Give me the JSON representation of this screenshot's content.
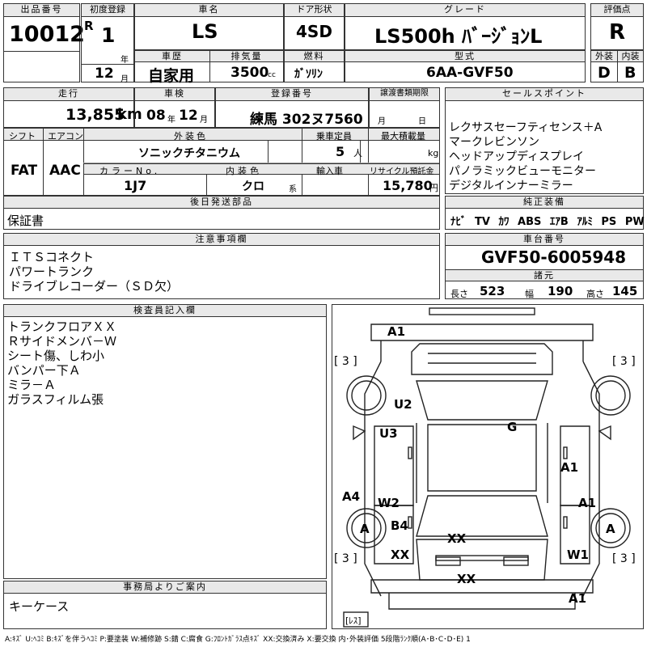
{
  "headers": {
    "lot_no": "出品番号",
    "first_reg": "初度登録",
    "car_name": "車名",
    "door": "ドア形状",
    "grade": "グレード",
    "rating": "評価点",
    "history": "車歴",
    "displacement": "排気量",
    "fuel": "燃料",
    "model": "型式",
    "exterior": "外装",
    "interior": "内装",
    "mileage": "走行",
    "inspection": "車検",
    "reg_no": "登録番号",
    "transfer": "譲渡書類期限",
    "sales_points": "セールスポイント",
    "shift": "シフト",
    "aircon": "エアコン",
    "color": "外装色",
    "capacity": "乗車定員",
    "max_load": "最大積載量",
    "color_no": "カラーNo.",
    "int_color": "内装色",
    "import": "輸入車",
    "recycle": "リサイクル預託金",
    "later_parts": "後日発送部品",
    "genuine": "純正装備",
    "notes": "注意事項欄",
    "chassis": "車台番号",
    "dims": "諸元",
    "inspector": "検査員記入欄",
    "office": "事務局よりご案内"
  },
  "lot_no": "10012",
  "era": "R",
  "year": "1",
  "year_unit": "年",
  "month": "12",
  "month_unit": "月",
  "car_name": "LS",
  "door": "4SD",
  "grade": "LS500h ﾊﾞｰｼﾞｮﾝL",
  "rating": "R",
  "history": "自家用",
  "displacement": "3500",
  "cc": "cc",
  "fuel": "ｶﾞｿﾘﾝ",
  "model": "6AA-GVF50",
  "exterior": "D",
  "interior": "B",
  "mileage": "13,855",
  "km": "km",
  "insp_y": "08",
  "insp_m": "12",
  "insp_year_unit": "年",
  "insp_month_unit": "月",
  "reg_no": "練馬 302ヌ7560",
  "transfer_m": "月",
  "transfer_d": "日",
  "sales_points": [
    "レクサスセーフティセンス＋A",
    "マークレビンソン",
    "ヘッドアップディスプレイ",
    "パノラミックビューモニター",
    "デジタルインナーミラー"
  ],
  "shift": "FAT",
  "aircon": "AAC",
  "color": "ソニックチタニウム",
  "capacity": "5",
  "capacity_unit": "人",
  "max_load_unit": "kg",
  "color_no": "1J7",
  "int_color": "クロ",
  "int_suffix": "系",
  "recycle": "15,780",
  "yen": "円",
  "later_parts": "保証書",
  "genuine": [
    "ﾅﾋﾞ",
    "TV",
    "ｶﾜ",
    "ABS",
    "ｴｱB",
    "ｱﾙﾐ",
    "PS",
    "PW"
  ],
  "notes": [
    "ＩＴＳコネクト",
    "パワートランク",
    "ドライブレコーダー（ＳＤ欠）"
  ],
  "chassis": "GVF50-6005948",
  "dim_labels": {
    "length": "長さ",
    "width": "幅",
    "height": "高さ"
  },
  "dims": {
    "length": "523",
    "width": "190",
    "height": "145"
  },
  "inspector": [
    "トランクフロアＸＸ",
    "Ｒサイドメンバ－Ｗ",
    "シート傷、しわ小",
    "バンパー下Ａ",
    "ミラ－Ａ",
    "ガラスフィルム張"
  ],
  "office": "キーケース",
  "diagram": {
    "marks": [
      "A1",
      "U2",
      "G",
      "U3",
      "A1",
      "A4",
      "W2",
      "A1",
      "B4",
      "A",
      "A",
      "XX",
      "XX",
      "W1",
      "XX",
      "A1"
    ],
    "tires": [
      "[ 3 ]",
      "[ 3 ]",
      "[ 3 ]",
      "[ 3 ]"
    ],
    "spare": "[ﾚｽ]"
  },
  "legend": "A:ｷｽﾞ U:ﾍｺﾐ B:ｷｽﾞを伴うﾍｺﾐ P:要塗装 W:補修跡 S:錆 C:腐食 G:ﾌﾛﾝﾄｶﾞﾗｽ点ｷｽﾞ XX:交換済み X:要交換 内･外装評価 5段階ﾗﾝｸ順(A･B･C･D･E) 1"
}
